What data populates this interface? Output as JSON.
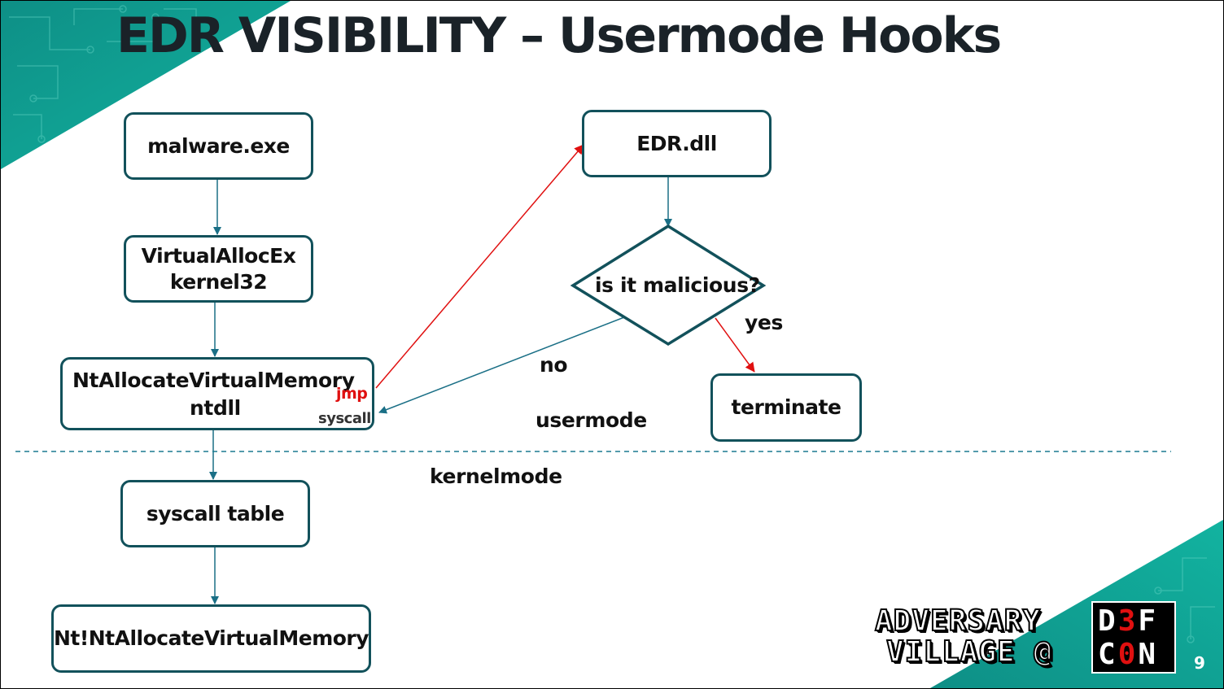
{
  "slide": {
    "title": "EDR VISIBILITY – Usermode Hooks",
    "page_number": "9"
  },
  "diagram": {
    "boxes": {
      "malware": "malware.exe",
      "virtualalloc_line1": "VirtualAllocEx",
      "virtualalloc_line2": "kernel32",
      "ntallocate_line1": "NtAllocateVirtualMemory",
      "ntallocate_line2": "ntdll",
      "ntallocate_jmp": "jmp",
      "ntallocate_syscall": "syscall",
      "syscall_table": "syscall table",
      "kernel_function": "Nt!NtAllocateVirtualMemory",
      "edr": "EDR.dll",
      "decision": "is it malicious?",
      "terminate": "terminate"
    },
    "labels": {
      "yes": "yes",
      "no": "no",
      "usermode": "usermode",
      "kernelmode": "kernelmode"
    },
    "colors": {
      "box_border": "#12515b",
      "flow_arrow": "#1a6f86",
      "hook_arrow": "#e01010",
      "separator": "#1a7a90",
      "accent": "#0fa596"
    }
  },
  "logo": {
    "line1": "ADVERSARY",
    "line2": "VILLAGE @",
    "defcon_row1": "D3F",
    "defcon_row2": "C0N"
  }
}
